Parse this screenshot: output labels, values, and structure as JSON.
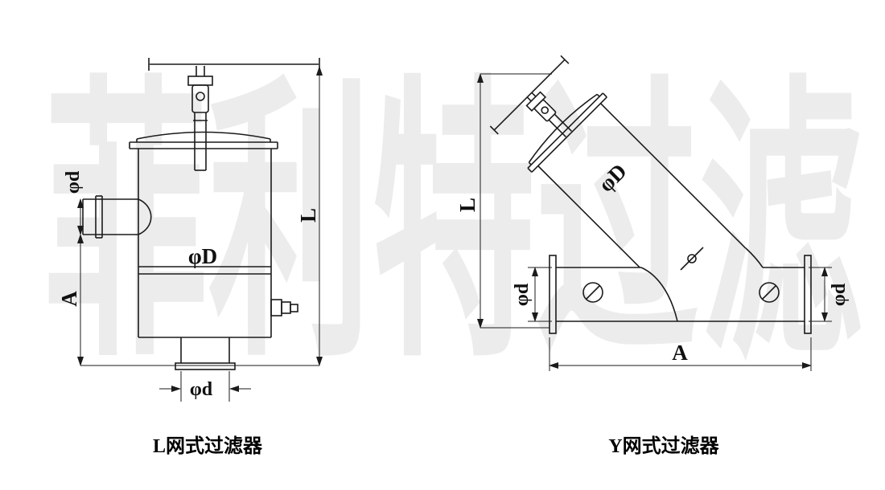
{
  "watermark": "菲利特过滤",
  "figures": {
    "l_type": {
      "caption": "L网式过滤器",
      "labels": {
        "inlet_diameter": "φd",
        "height": "A",
        "body_diameter": "φD",
        "overall_length": "L",
        "outlet_diameter": "φd"
      }
    },
    "y_type": {
      "caption": "Y网式过滤器",
      "labels": {
        "overall_length": "L",
        "left_port_diameter": "φd",
        "body_diameter": "φD",
        "right_port_diameter": "φd",
        "face_to_face": "A"
      }
    }
  },
  "colors": {
    "line": "#1b1b1b",
    "watermark": "#ececec",
    "background": "#ffffff"
  }
}
